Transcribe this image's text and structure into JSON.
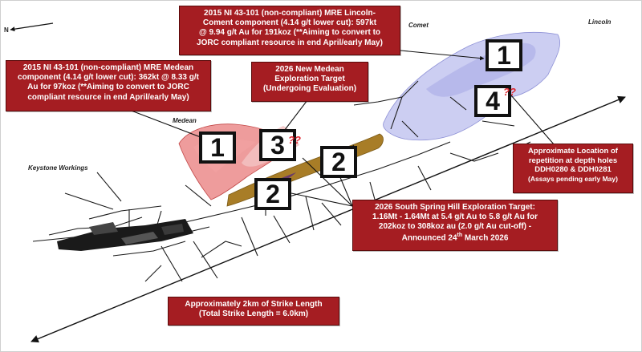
{
  "colors": {
    "callout_bg": "#a51d22",
    "callout_text": "#ffffff",
    "lincoln_body": "#b7b9ec",
    "medean_body": "#e87b7b",
    "exploration_target": "#a87d27",
    "arrow": "#111111",
    "workings": "#1a1a1a",
    "question_marks": "#e0262f"
  },
  "compass": {
    "label": "N"
  },
  "places": {
    "comet": "Comet",
    "lincoln": "Lincoln",
    "medean": "Medean",
    "keystone": "Keystone Workings"
  },
  "callouts": {
    "lincoln_mre": {
      "lines": [
        "2015 NI 43-101 (non-compliant) MRE Lincoln-",
        "Coment component (4.14 g/t lower cut): 597kt",
        "@ 9.94 g/t Au for 191koz (**Aiming to convert to",
        "JORC compliant resource in end April/early May)"
      ]
    },
    "medean_mre": {
      "lines": [
        "2015 NI 43-101 (non-compliant) MRE Medean",
        "component (4.14 g/t lower cut): 362kt @ 8.33 g/t",
        "Au for 97koz (**Aiming to convert to JORC",
        "compliant resource in end April/early May)"
      ]
    },
    "new_target": {
      "lines": [
        "2026 New Medean",
        "Exploration Target",
        "(Undergoing Evaluation)"
      ]
    },
    "repetition": {
      "lines": [
        "Approximate Location of",
        "repetition at depth holes",
        "DDH0280 & DDH0281",
        "(Assays pending early May)"
      ]
    },
    "south_spring_hill": {
      "lines": [
        "2026 South Spring Hill Exploration Target:",
        "1.16Mt - 1.64Mt at 5.4 g/t Au to 5.8 g/t Au for",
        "202koz to 308koz au (2.0 g/t Au cut-off) -"
      ],
      "announced_prefix": "Announced 24",
      "announced_sup": "th",
      "announced_suffix": " March 2026"
    },
    "strike": {
      "lines": [
        "Approximately 2km of Strike Length",
        "(Total Strike Length = 6.0km)"
      ]
    }
  },
  "markers": {
    "lincoln": "1",
    "medean": "1",
    "new_target": "3",
    "ssh_upper": "2",
    "ssh_lower": "2",
    "repetition": "4"
  },
  "question_marks": {
    "new_target": "??",
    "repetition": "??"
  }
}
